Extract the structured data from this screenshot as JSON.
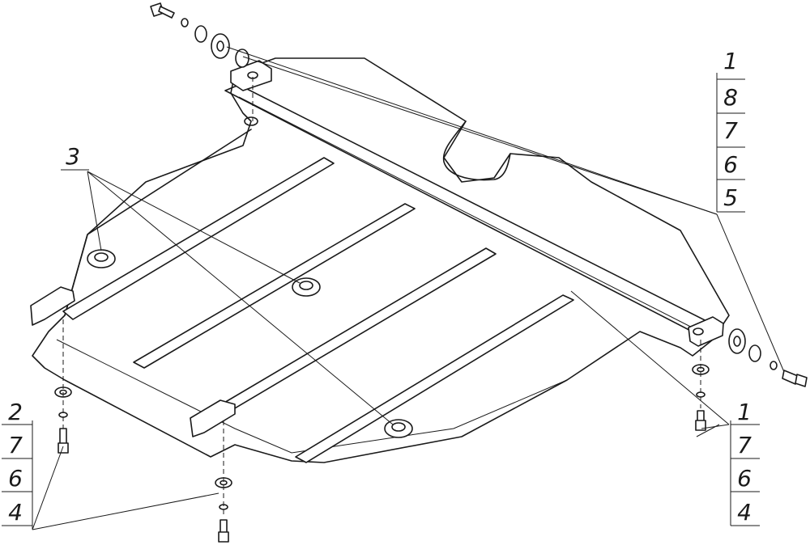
{
  "callouts": {
    "top_right": [
      "1",
      "8",
      "7",
      "6",
      "5"
    ],
    "left_plate": "3",
    "bottom_left": [
      "2",
      "7",
      "6",
      "4"
    ],
    "bottom_right": [
      "1",
      "7",
      "6",
      "4"
    ]
  },
  "colors": {
    "line": "#1a1a1a",
    "background": "#ffffff"
  }
}
